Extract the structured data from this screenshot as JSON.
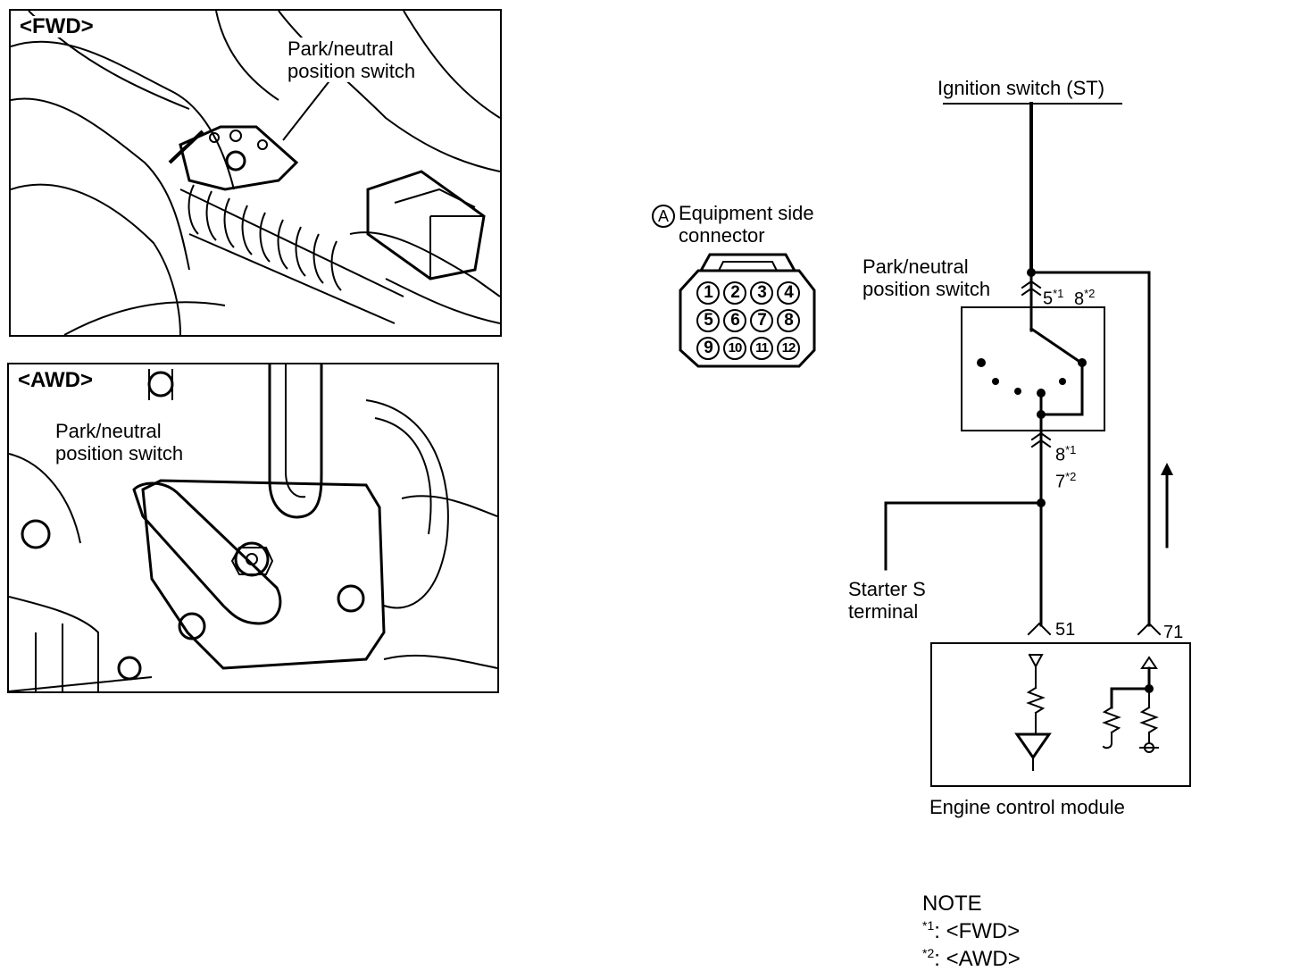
{
  "fwd_panel": {
    "tag": "<FWD>",
    "label_lines": [
      "Park/neutral",
      "position switch"
    ]
  },
  "awd_panel": {
    "tag": "<AWD>",
    "label_lines": [
      "Park/neutral",
      "position switch"
    ]
  },
  "connector": {
    "circle_letter": "A",
    "title_lines": [
      "Equipment side",
      "connector"
    ],
    "pins_row1": [
      "1",
      "2",
      "3",
      "4"
    ],
    "pins_row2": [
      "5",
      "6",
      "7",
      "8"
    ],
    "pins_row3": [
      "9",
      "10",
      "11",
      "12"
    ]
  },
  "circuit": {
    "ignition_label": "Ignition switch (ST)",
    "switch_label_lines": [
      "Park/neutral",
      "position switch"
    ],
    "top_pin_fwd": "5",
    "top_pin_awd": "8",
    "bottom_pin_fwd": "8",
    "bottom_pin_awd": "7",
    "star1": "*1",
    "star2": "*2",
    "starter_lines": [
      "Starter S",
      "terminal"
    ],
    "ecm_pin_left": "51",
    "ecm_pin_right": "71",
    "ecm_label": "Engine control module"
  },
  "note": {
    "title": "NOTE",
    "line1_mark": "*1",
    "line1_text": ": <FWD>",
    "line2_mark": "*2",
    "line2_text": ": <AWD>"
  }
}
